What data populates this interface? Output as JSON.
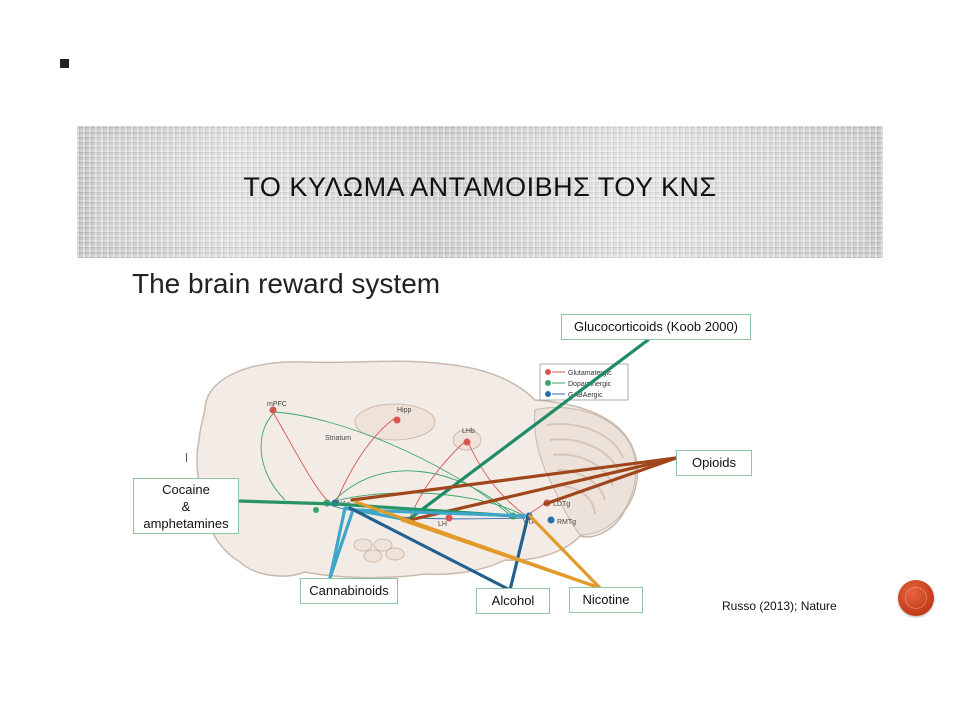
{
  "slide": {
    "title": "ΤΟ ΚΥΛΩΜΑ ΑΝΤΑΜΟΙΒΗΣ ΤΟΥ ΚΝΣ",
    "subtitle": "The brain reward system",
    "citation": "Russo (2013); Nature"
  },
  "diagram": {
    "legend": [
      "Glutamatergic",
      "Dopaminergic",
      "GABAergic"
    ],
    "regions": [
      "mPFC",
      "Hipp",
      "Striatum",
      "LHb",
      "NAc",
      "VTA",
      "RMTg",
      "LH",
      "LDTg"
    ],
    "callouts": {
      "glucocorticoids": "Glucocorticoids (Koob 2000)",
      "opioids": "Opioids",
      "cocaine_line1": "Cocaine",
      "cocaine_line2": "&",
      "cocaine_line3": "amphetamines",
      "cannabinoids": "Cannabinoids",
      "alcohol": "Alcohol",
      "nicotine": "Nicotine"
    },
    "colors": {
      "glutamatergic": "#d9534f",
      "dopaminergic": "#3aa56b",
      "gabaergic": "#2b6cb0",
      "glucocorticoids_line": "#1f8a6a",
      "opioids_line": "#a0461c",
      "cocaine_line": "#27946a",
      "cannabinoids_line": "#3ea6c9",
      "alcohol_line": "#24608e",
      "nicotine_line": "#e39a2b"
    }
  }
}
